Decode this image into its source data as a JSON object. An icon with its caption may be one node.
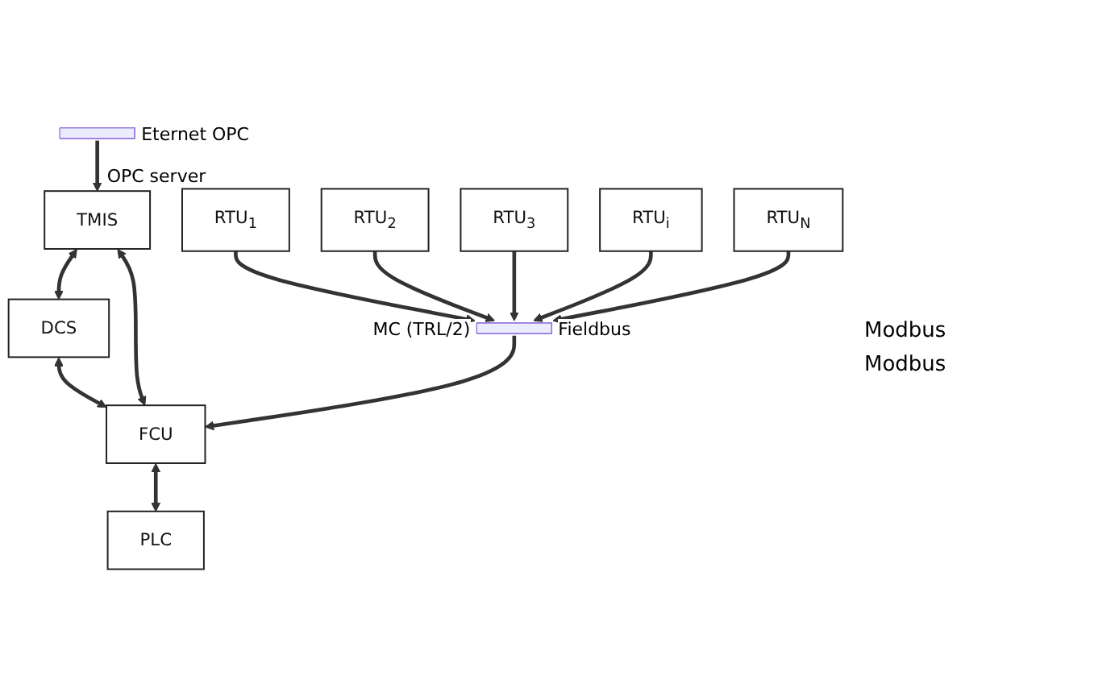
{
  "diagram": {
    "nodes": [
      {
        "text": [],
        "shape": "bar",
        "beside": [
          "Eternet OPC"
        ]
      },
      {
        "text": [
          "TMIS"
        ],
        "beside": [
          "OPC server"
        ]
      },
      {
        "text": [
          "DCS"
        ]
      },
      {
        "text": [
          "FCU"
        ]
      },
      {
        "text": [
          "PLC"
        ]
      },
      {
        "text": [],
        "shape": "bar",
        "beside": [
          "MC (TRL/2)",
          "Fieldbus"
        ]
      },
      {
        "text": [
          "RTU$_{1}$"
        ]
      },
      {
        "text": [
          "RTU$_{2}$"
        ]
      },
      {
        "text": [
          "RTU$_{3}$"
        ]
      },
      {
        "text": [
          "RTU$_{i}$"
        ]
      },
      {
        "text": [
          "RTU$_{N}$"
        ]
      }
    ],
    "edges": [
      {
        "from": 0,
        "to": 1,
        "arrow": "to"
      },
      {
        "from": 1,
        "to": 2,
        "arrow": "both"
      },
      {
        "from": 2,
        "to": 3,
        "arrow": "both"
      },
      {
        "from": 1,
        "to": 3,
        "arrow": "both"
      },
      {
        "from": 3,
        "to": 4,
        "arrow": "both"
      },
      {
        "from": 5,
        "to": 3,
        "arrow": "to"
      },
      {
        "from": 6,
        "to": 5,
        "arrow": "to"
      },
      {
        "from": 7,
        "to": 5,
        "arrow": "to"
      },
      {
        "from": 8,
        "to": 5,
        "arrow": "to"
      },
      {
        "from": 9,
        "to": 5,
        "arrow": "to"
      },
      {
        "from": 10,
        "to": 5,
        "arrow": "to"
      }
    ],
    "labels": [
      "Modbus",
      "Modbus"
    ]
  }
}
